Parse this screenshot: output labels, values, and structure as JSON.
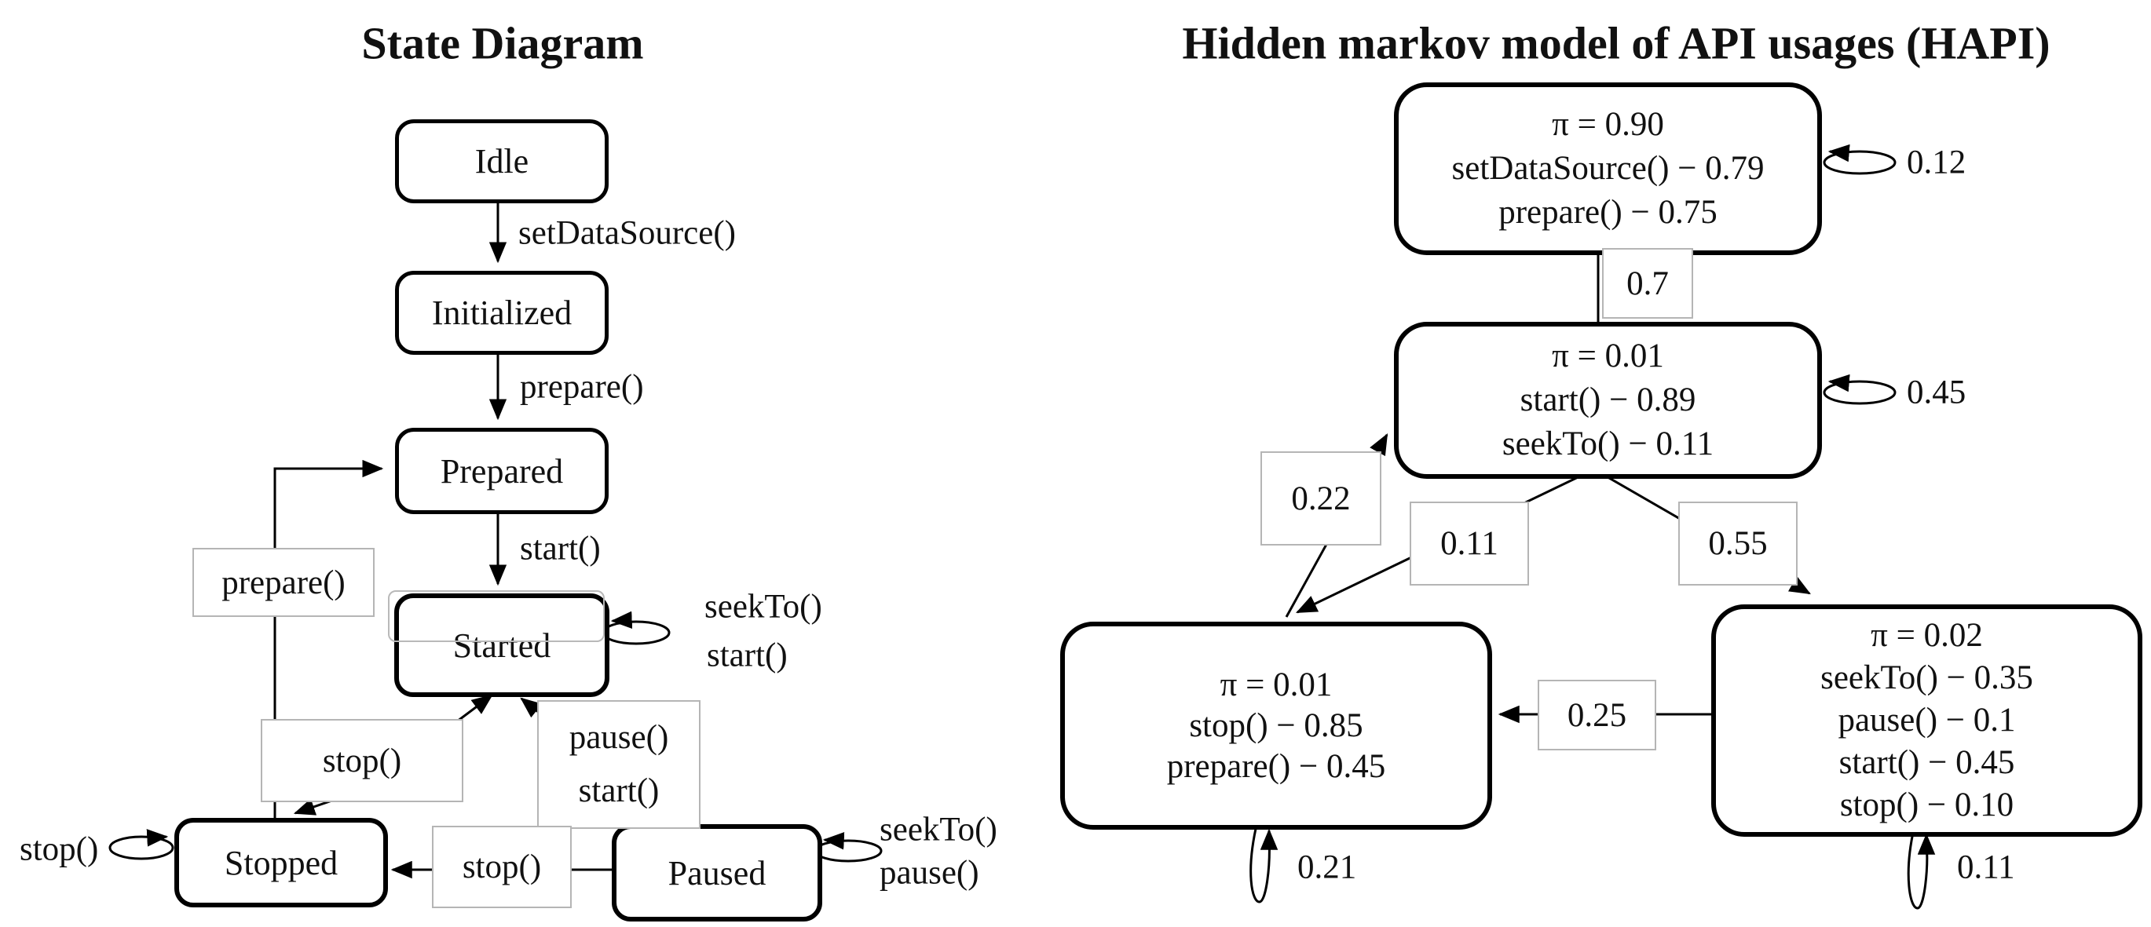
{
  "left": {
    "title": "State Diagram",
    "nodes": {
      "idle": "Idle",
      "initialized": "Initialized",
      "prepared": "Prepared",
      "started": "Started",
      "stopped": "Stopped",
      "paused": "Paused"
    },
    "edge_labels": {
      "set_data_source": "setDataSource()",
      "prepare_down": "prepare()",
      "start_down": "start()",
      "started_self_line1": "seekTo()",
      "started_self_line2": "start()",
      "prepare_back": "prepare()",
      "stop_to_stopped": "stop()",
      "pause_start_line1": "pause()",
      "pause_start_line2": "start()",
      "stop_bottom": "stop()",
      "stopped_self": "stop()",
      "paused_self_line1": "seekTo()",
      "paused_self_line2": "pause()"
    }
  },
  "right": {
    "title": "Hidden markov model of API usages (HAPI)",
    "nodes": {
      "top": {
        "lines": [
          "π = 0.90",
          "setDataSource() − 0.79",
          "prepare() − 0.75"
        ]
      },
      "middle": {
        "lines": [
          "π = 0.01",
          "start() − 0.89",
          "seekTo() − 0.11"
        ]
      },
      "bottom_left": {
        "lines": [
          "π = 0.01",
          "stop() − 0.85",
          "prepare() − 0.45"
        ]
      },
      "bottom_right": {
        "lines": [
          "π = 0.02",
          "seekTo() − 0.35",
          "pause() − 0.1",
          "start() − 0.45",
          "stop() − 0.10"
        ]
      }
    },
    "edge_labels": {
      "self_top": "0.12",
      "top_to_middle": "0.7",
      "self_middle": "0.45",
      "bottomleft_to_middle": "0.22",
      "middle_to_bottomleft": "0.11",
      "middle_to_bottomright": "0.55",
      "bottomright_to_bottomleft": "0.25",
      "self_bottom_left": "0.21",
      "self_bottom_right": "0.11"
    }
  },
  "colors": {
    "stroke": "#000000",
    "node_fill": "#ffffff",
    "label_box_border": "#b5b5b5",
    "background": "#ffffff"
  }
}
